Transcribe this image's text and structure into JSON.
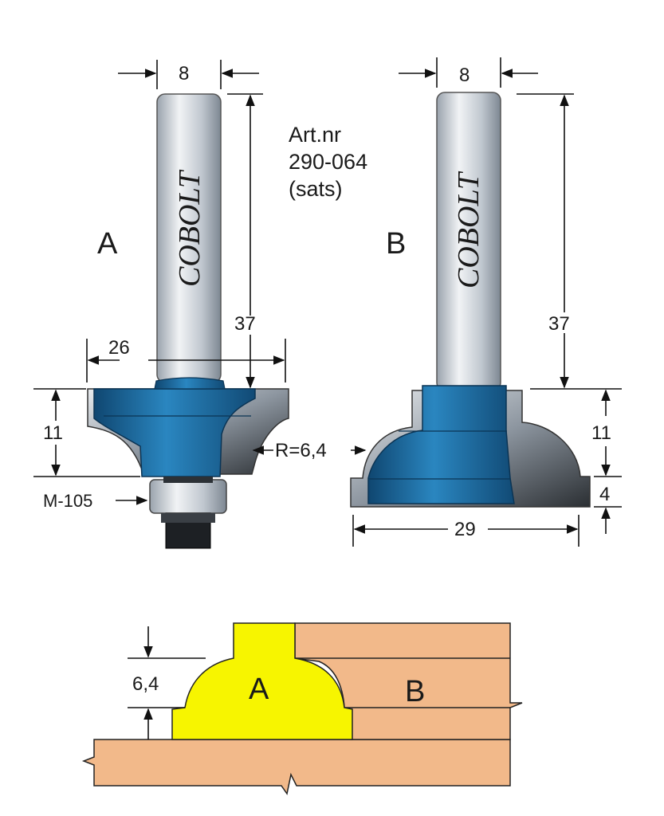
{
  "art_label": [
    "Art.nr",
    "290-064",
    "(sats)"
  ],
  "cutter_a": {
    "letter": "A",
    "brand": "COBOLT",
    "shank_diameter": "8",
    "shank_length": "37",
    "cutter_diameter": "26",
    "cutter_height": "11",
    "radius": "R=6,4",
    "bearing": "M-105"
  },
  "cutter_b": {
    "letter": "B",
    "brand": "COBOLT",
    "shank_diameter": "8",
    "shank_length": "37",
    "cutter_height": "11",
    "base_height": "4",
    "cutter_diameter": "29"
  },
  "profile": {
    "offset": "6,4",
    "label_a": "A",
    "label_b": "B"
  },
  "colors": {
    "blue": "#1f6ea3",
    "blue_dark": "#0f4670",
    "shank": "#c9cfd6",
    "yellow": "#f7f500",
    "wood": "#f2b98a"
  }
}
